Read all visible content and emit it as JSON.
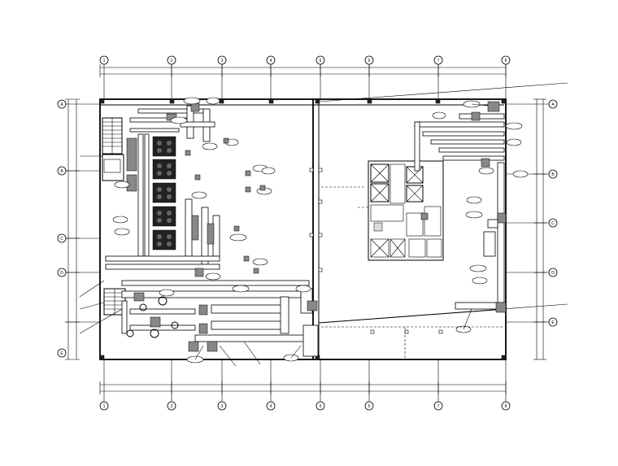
{
  "drawing": {
    "type": "HVAC duct floor plan (CAD line drawing)",
    "grid_axes_top": [
      "1",
      "2",
      "3",
      "4",
      "5",
      "6",
      "7",
      "8"
    ],
    "grid_axes_bottom": [
      "1",
      "2",
      "3",
      "4",
      "5",
      "6",
      "7",
      "8"
    ],
    "grid_axes_left": [
      "A",
      "B",
      "C",
      "D",
      "E"
    ],
    "grid_axes_right": [
      "A",
      "B",
      "C",
      "D",
      "E"
    ]
  }
}
